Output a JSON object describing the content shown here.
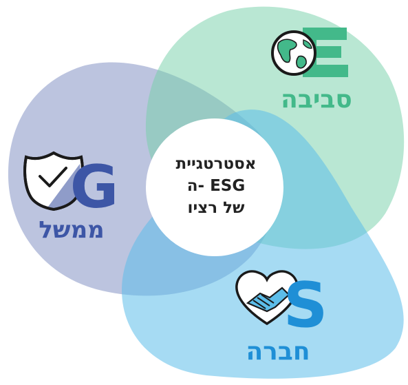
{
  "center": {
    "line1": "אסטרטגיית",
    "line2": "ה- ESG",
    "line3": "של רציו"
  },
  "environment": {
    "letter": "E",
    "label": "סביבה",
    "icon": "globe-icon",
    "color": "#43b98a"
  },
  "governance": {
    "letter": "G",
    "label": "ממשל",
    "icon": "shield-check-icon",
    "color": "#3d56a6"
  },
  "social": {
    "letter": "S",
    "label": "חברה",
    "icon": "heart-handshake-icon",
    "color": "#1f8fd6"
  }
}
